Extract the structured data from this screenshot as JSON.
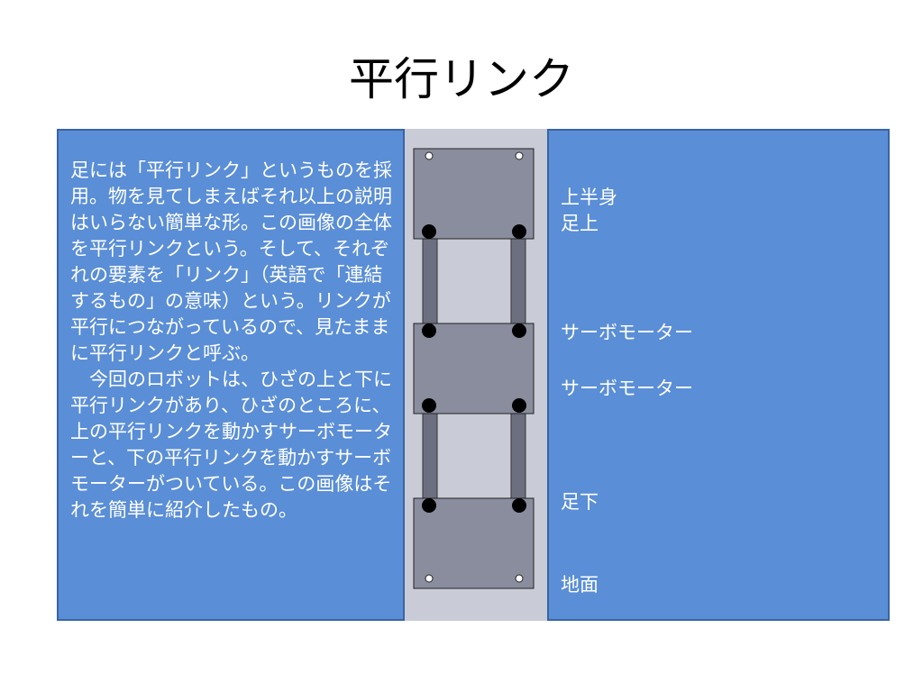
{
  "slide": {
    "title": "平行リンク",
    "description": "足には「平行リンク」というものを採用。物を見てしまえばそれ以上の説明はいらない簡単な形。この画像の全体を平行リンクという。そして、それぞれの要素を「リンク」（英語で「連結するもの」の意味）という。リンクが平行につながっているので、見たままに平行リンクと呼ぶ。\n　今回のロボットは、ひざの上と下に平行リンクがあり、ひざのところに、上の平行リンクを動かすサーボモーターと、下の平行リンクを動かすサーボモーターがついている。この画像はそれを簡単に紹介したもの。",
    "labels": {
      "upper_body": "上半身",
      "foot_upper": "足上",
      "servo_upper": "サーボモーター",
      "servo_lower": "サーボモーター",
      "foot_lower": "足下",
      "ground": "地面"
    }
  },
  "colors": {
    "panel": "#5a8ed6",
    "panel_border": "#3a64a4",
    "column": "#c9ccd6",
    "plate": "#8a8d9e",
    "link_bar": "#6c6f80",
    "joint": "#000000"
  }
}
